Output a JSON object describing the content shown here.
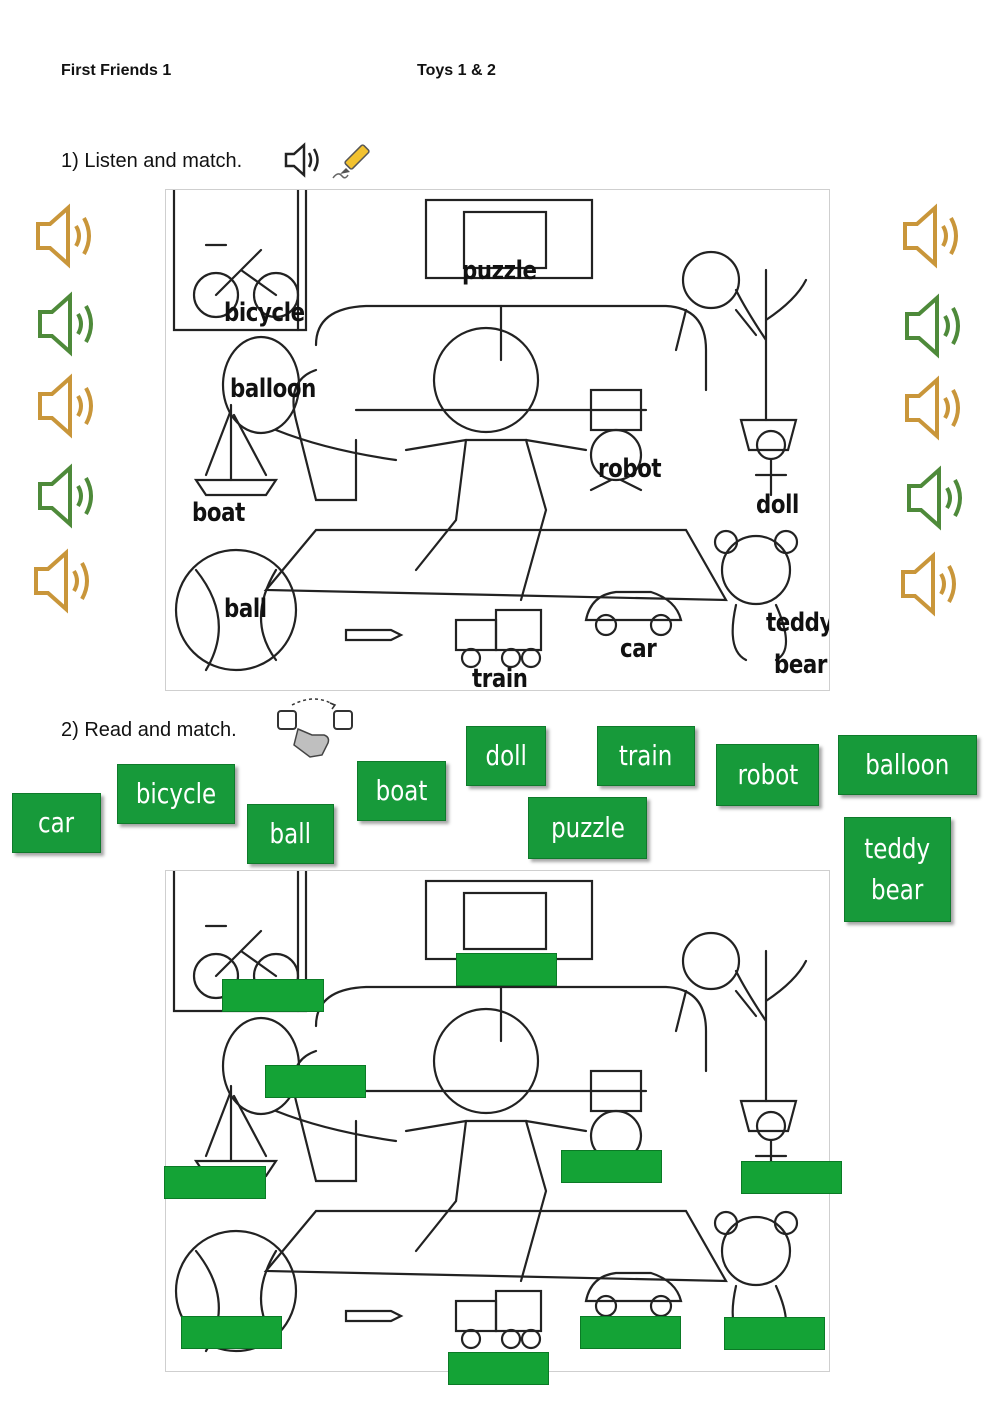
{
  "header": {
    "left": "First Friends 1",
    "right": "Toys 1 & 2"
  },
  "section1": {
    "instruction": "1) Listen and match."
  },
  "section2": {
    "instruction": "2) Read and match."
  },
  "scene_labels": [
    "bicycle",
    "puzzle",
    "balloon",
    "robot",
    "boat",
    "doll",
    "ball",
    "teddy",
    "bear",
    "car",
    "train"
  ],
  "word_cards": [
    "car",
    "bicycle",
    "ball",
    "boat",
    "doll",
    "puzzle",
    "train",
    "robot",
    "balloon",
    "teddy\nbear"
  ],
  "colors": {
    "card_green": "#179a3a",
    "speaker_gold": "#c9963a",
    "speaker_green": "#4e8a3a"
  },
  "icons": {
    "speaker": "speaker-icon",
    "pencil": "pencil-icon",
    "drag": "drag-hand-icon"
  }
}
